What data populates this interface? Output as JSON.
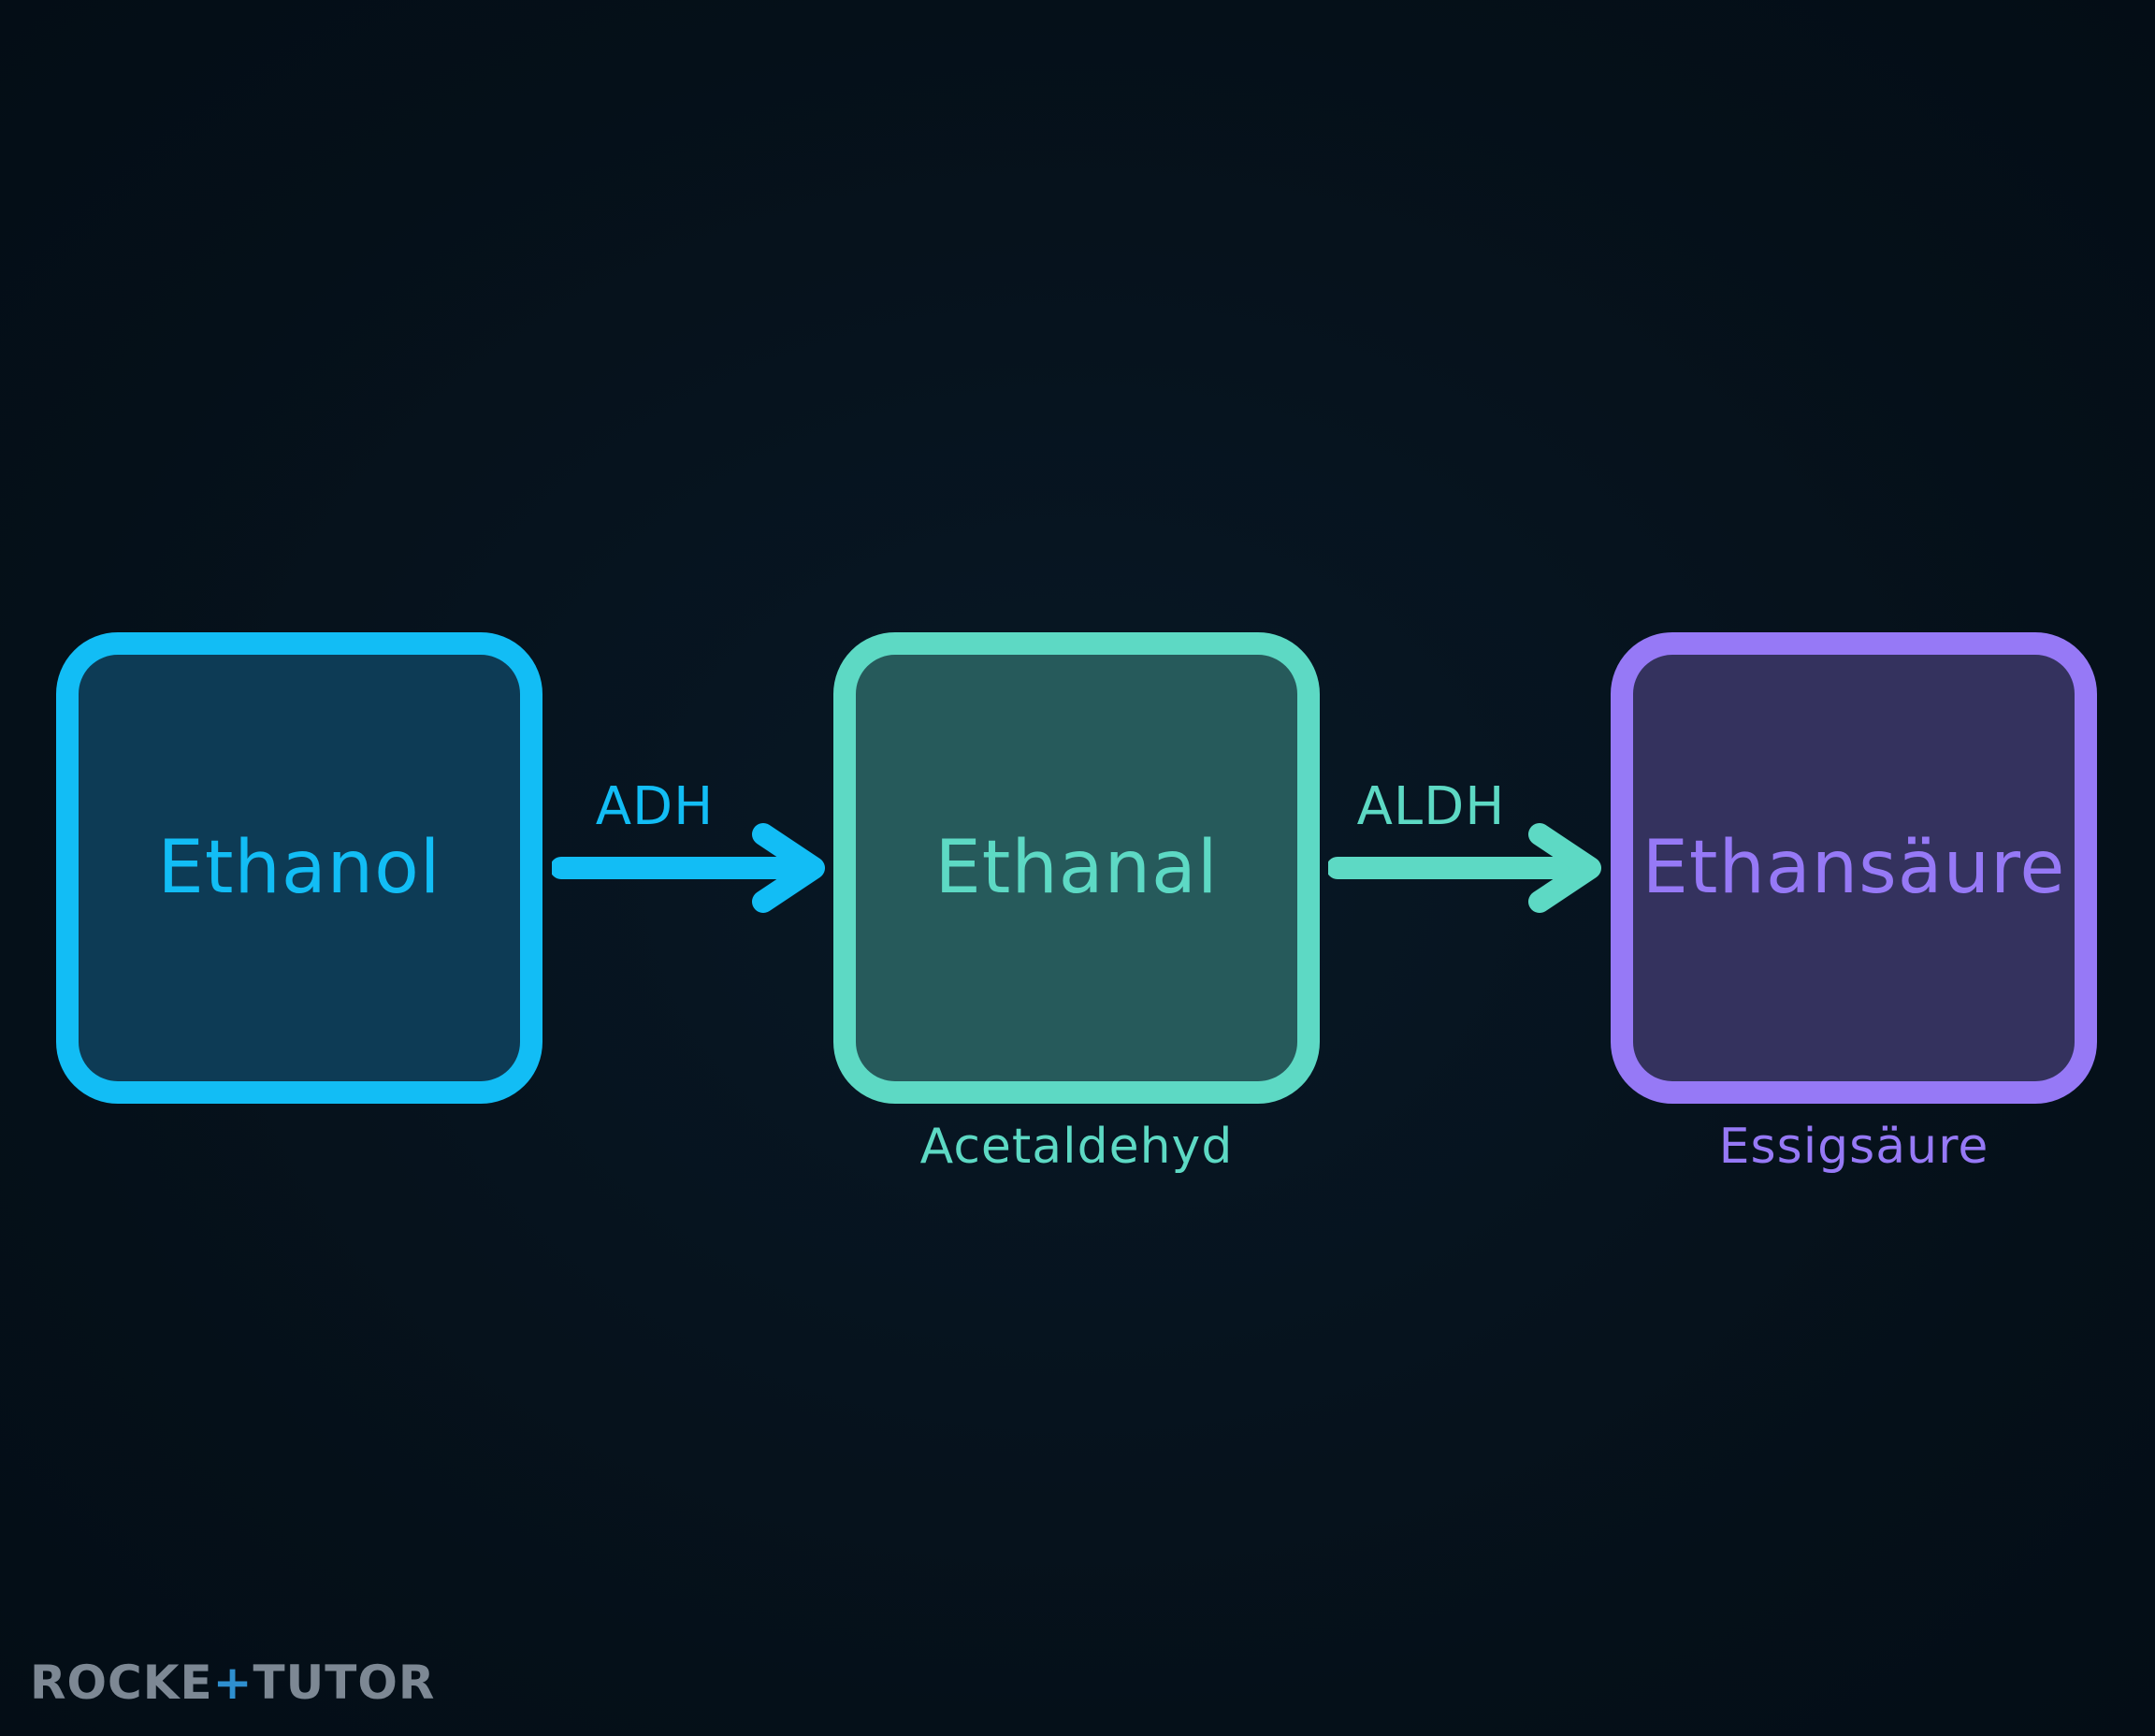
{
  "colors": {
    "background": "#06121d",
    "ethanol": "#12bdf5",
    "ethanol_fill": "#0d3b55",
    "ethanal": "#5dd9c4",
    "ethanal_fill": "#265a5b",
    "acid": "#9679f6",
    "acid_fill": "#34325e"
  },
  "nodes": [
    {
      "label": "Ethanol",
      "sublabel": ""
    },
    {
      "label": "Ethanal",
      "sublabel": "Acetaldehyd"
    },
    {
      "label": "Ethansäure",
      "sublabel": "Essigsäure"
    }
  ],
  "edges": [
    {
      "from": "Ethanol",
      "to": "Ethanal",
      "label": "ADH"
    },
    {
      "from": "Ethanal",
      "to": "Ethansäure",
      "label": "ALDH"
    }
  ],
  "watermark": {
    "part1": "ROCKE",
    "part2": "+",
    "part3": "TUTOR"
  }
}
